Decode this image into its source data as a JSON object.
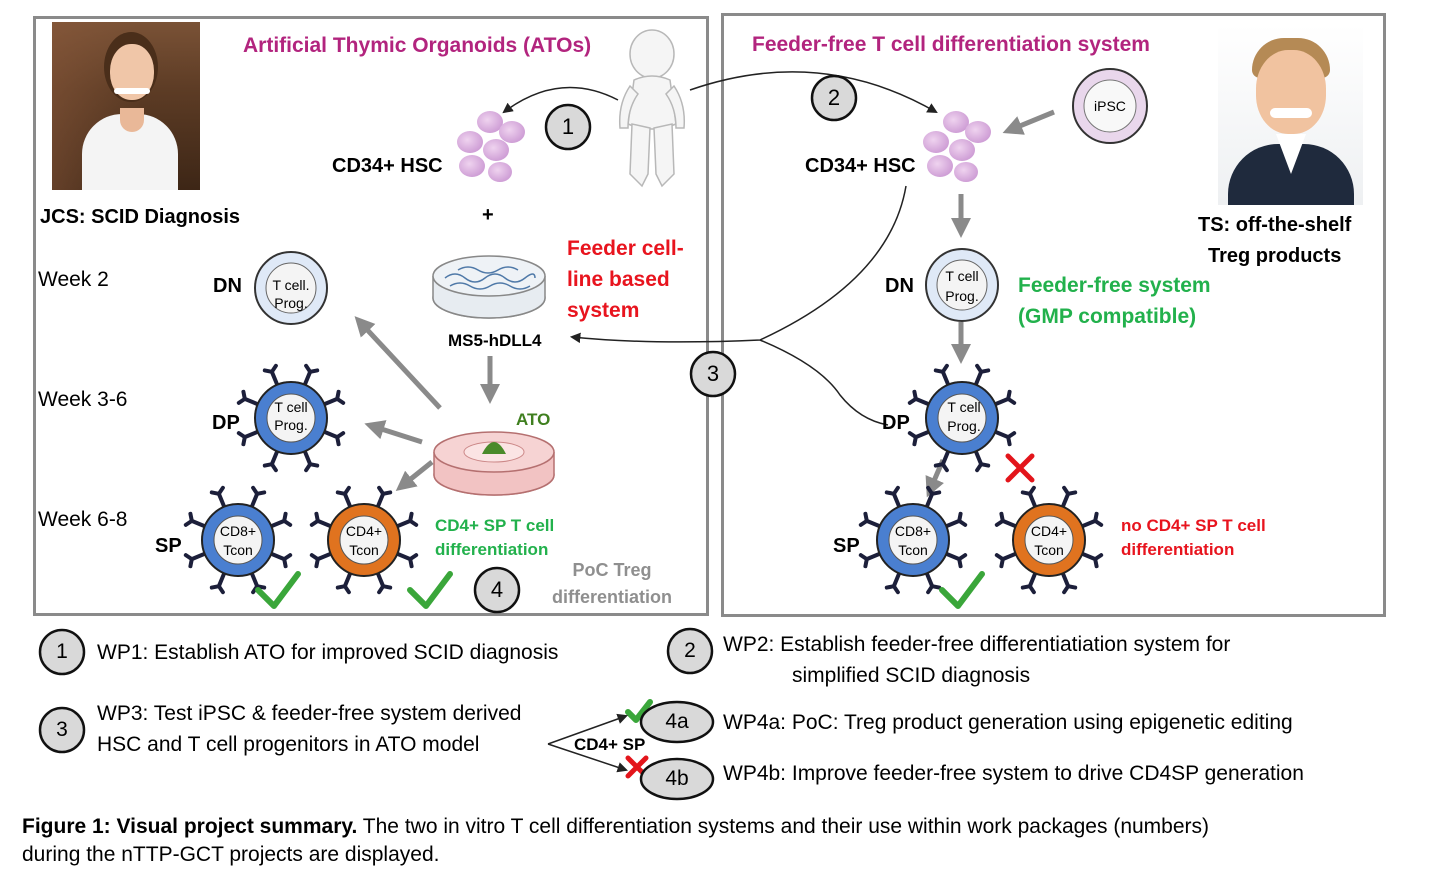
{
  "left_panel": {
    "title": "Artificial Thymic Organoids (ATOs)",
    "person_label": "JCS: SCID Diagnosis",
    "hsc_label": "CD34+ HSC",
    "plus": "+",
    "feeder_label_lines": [
      "Feeder cell-",
      "line based",
      "system"
    ],
    "feeder_line_name": "MS5-hDLL4",
    "ato_label": "ATO",
    "weeks": [
      "Week 2",
      "Week 3-6",
      "Week 6-8"
    ],
    "stages": {
      "dn": "DN",
      "dp": "DP",
      "sp": "SP"
    },
    "cells": {
      "tprog_a": "T cell.",
      "tprog_b": "Prog.",
      "tcell_a": "T cell",
      "tcell_b": "Prog.",
      "cd8_a": "CD8+",
      "cd8_b": "Tcon",
      "cd4_a": "CD4+",
      "cd4_b": "Tcon"
    },
    "cd4_diff_lines": [
      "CD4+ SP T cell",
      "differentiation"
    ],
    "poc_lines": [
      "PoC Treg",
      "differentiation"
    ]
  },
  "right_panel": {
    "title": "Feeder-free T cell differentiation system",
    "ipsc": "iPSC",
    "hsc_label": "CD34+ HSC",
    "person_label_lines": [
      "TS: off-the-shelf",
      "Treg products"
    ],
    "feeder_free_lines": [
      "Feeder-free system",
      "(GMP compatible)"
    ],
    "stages": {
      "dn": "DN",
      "dp": "DP",
      "sp": "SP"
    },
    "cells": {
      "tcell_a": "T cell",
      "tcell_b": "Prog.",
      "cd8_a": "CD8+",
      "cd8_b": "Tcon",
      "cd4_a": "CD4+",
      "cd4_b": "Tcon"
    },
    "no_cd4_lines": [
      "no CD4+ SP T cell",
      "differentiation"
    ]
  },
  "markers": [
    "1",
    "2",
    "3",
    "4"
  ],
  "legend": {
    "wp1": {
      "num": "1",
      "text": "WP1: Establish ATO for improved SCID diagnosis"
    },
    "wp2": {
      "num": "2",
      "line1": "WP2:  Establish feeder-free differentiatiation system for",
      "line2": "simplified SCID diagnosis"
    },
    "wp3": {
      "num": "3",
      "line1": "WP3: Test iPSC & feeder-free system derived",
      "line2": "HSC and T cell progenitors in ATO model"
    },
    "branch_label": "CD4+ SP",
    "wp4a": {
      "num": "4a",
      "text": "WP4a: PoC: Treg product generation using epigenetic editing"
    },
    "wp4b": {
      "num": "4b",
      "text": "WP4b: Improve feeder-free system to drive CD4SP generation"
    }
  },
  "caption": {
    "bold": "Figure 1: Visual project summary.",
    "rest": " The two in vitro T cell differentiation systems and their use within work packages (numbers)",
    "line2": "during the nTTP-GCT projects are displayed."
  },
  "colors": {
    "pink_title": "#b2247e",
    "red": "#e8141e",
    "green": "#22b14c",
    "gray": "#8f8f8f",
    "cd8_blue": "#4a7fd0",
    "cd4_orange": "#e0731f",
    "check": "#3aa63a",
    "cross": "#e3151b"
  }
}
